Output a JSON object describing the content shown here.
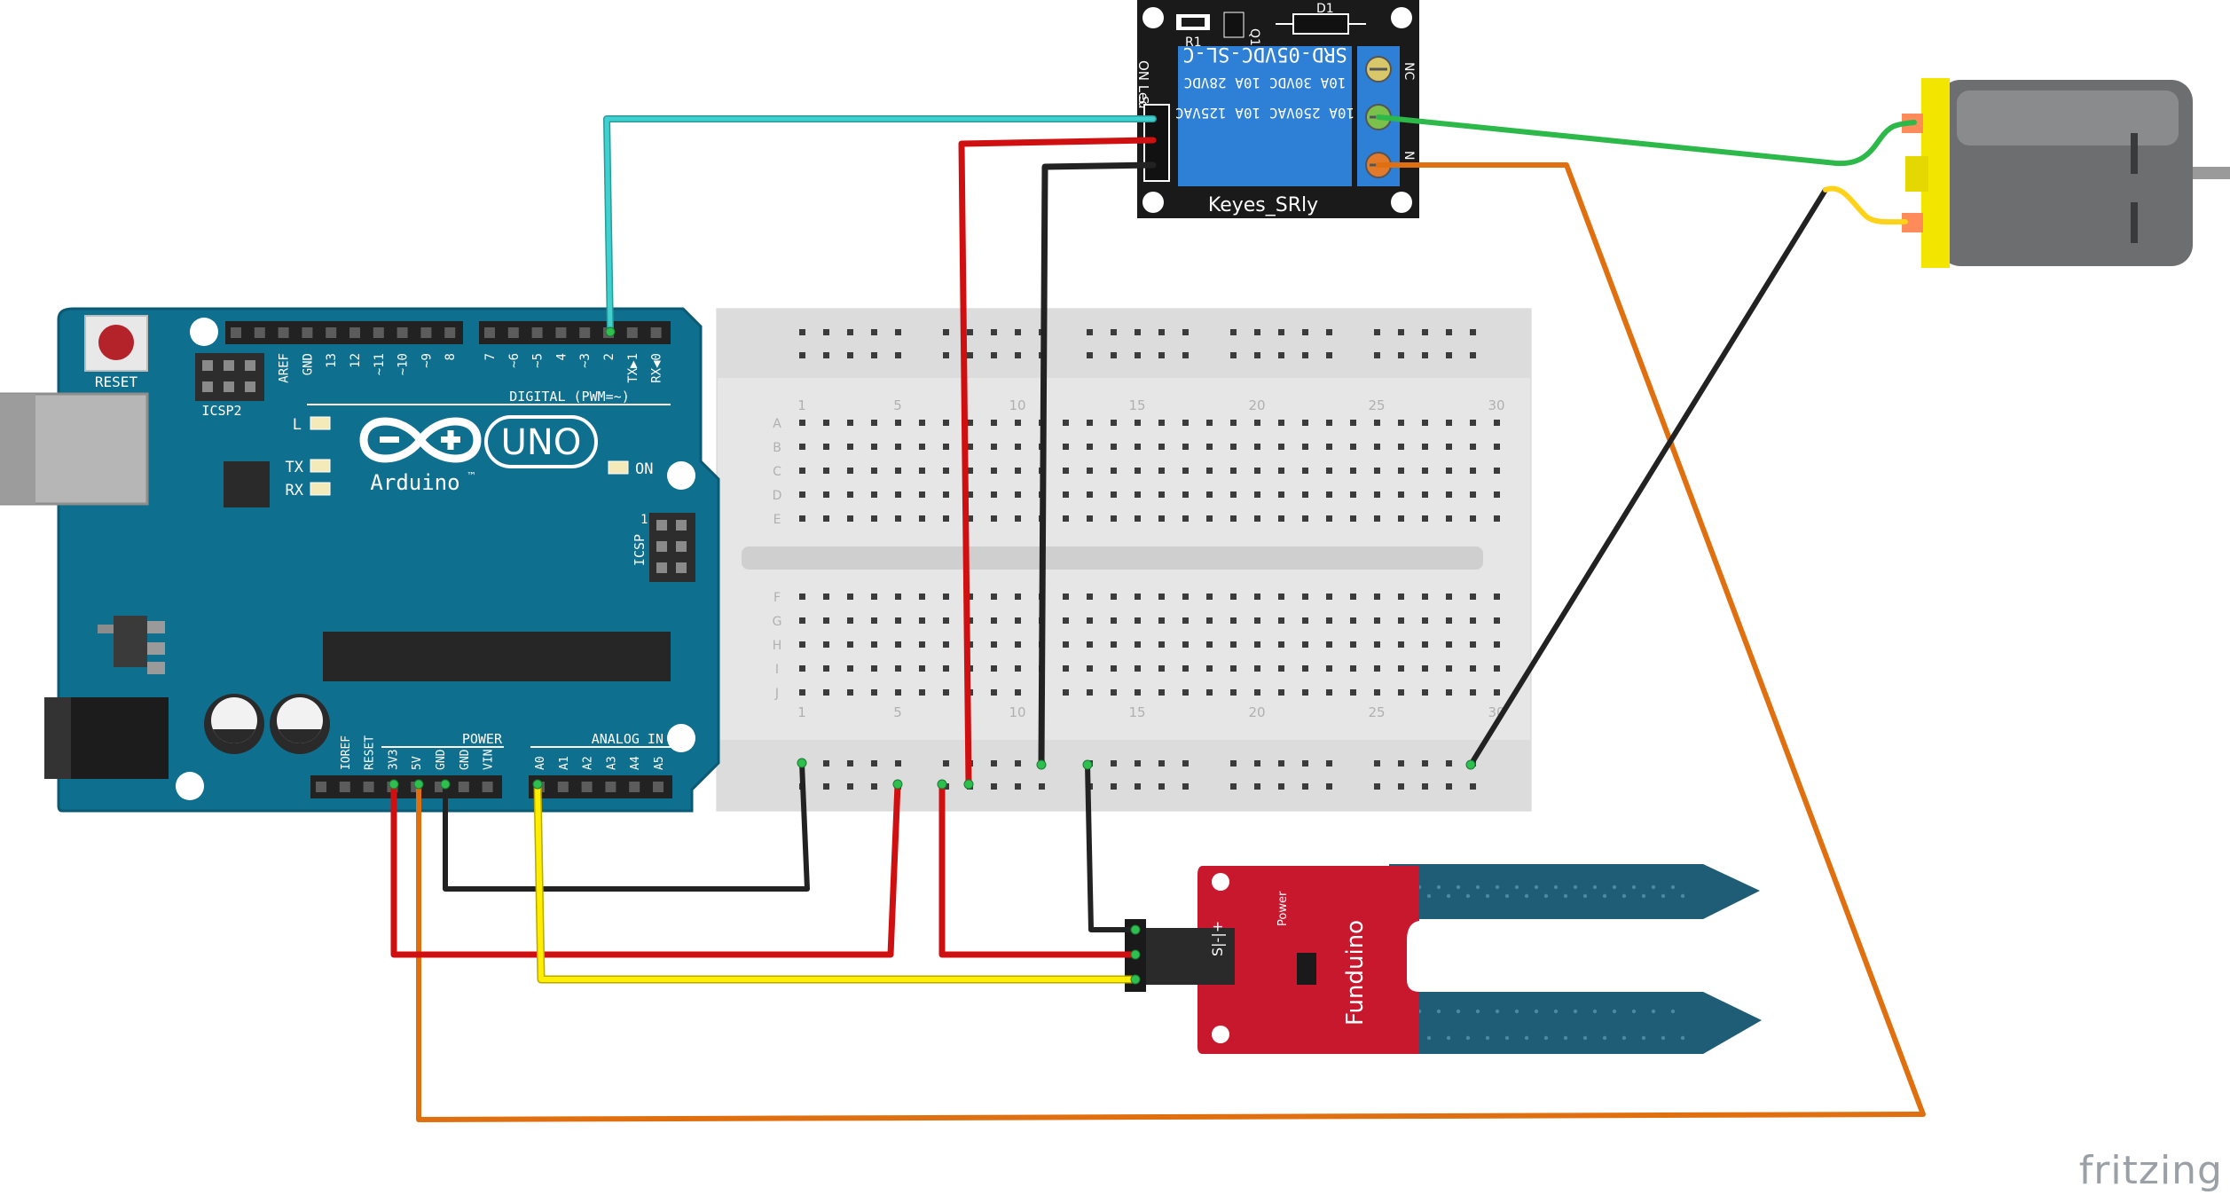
{
  "watermark": "fritzing",
  "colors": {
    "board_teal": "#0f6f8f",
    "board_teal_dark": "#0b5a74",
    "wire_cyan": "#3fd0d0",
    "wire_red": "#d01010",
    "wire_black": "#222222",
    "wire_yellow": "#ffee00",
    "wire_orange": "#e0700f",
    "wire_green": "#2db84a",
    "relay_blue": "#2e7fd6",
    "sensor_red": "#c8182e",
    "motor_yellow": "#f2e600",
    "motor_gray": "#6d6e70"
  },
  "arduino": {
    "reset_label": "RESET",
    "icsp2_label": "ICSP2",
    "icsp_label": "ICSP",
    "icsp_pin1": "1",
    "brand_uno": "UNO",
    "brand_arduino": "Arduino",
    "brand_tm": "™",
    "digital_title": "DIGITAL (PWM=~)",
    "digital_pins": [
      "AREF",
      "GND",
      "13",
      "12",
      "~11",
      "~10",
      "~9",
      "8",
      "7",
      "~6",
      "~5",
      "4",
      "~3",
      "2",
      "TX▶1",
      "RX◀0"
    ],
    "led_l": "L",
    "led_tx": "TX",
    "led_rx": "RX",
    "led_on": "ON",
    "power_title": "POWER",
    "analog_title": "ANALOG IN",
    "power_pins": [
      "IOREF",
      "RESET",
      "3V3",
      "5V",
      "GND",
      "GND",
      "VIN"
    ],
    "analog_pins": [
      "A0",
      "A1",
      "A2",
      "A3",
      "A4",
      "A5"
    ]
  },
  "breadboard": {
    "col_numbers": [
      "1",
      "5",
      "10",
      "15",
      "20",
      "25",
      "30"
    ],
    "rows_top": [
      "A",
      "B",
      "C",
      "D",
      "E"
    ],
    "rows_bottom": [
      "F",
      "G",
      "H",
      "I",
      "J"
    ]
  },
  "relay": {
    "name": "Keyes_SRly",
    "label_r1": "R1",
    "label_q1": "Q1",
    "label_d1": "D1",
    "label_on_led": "ON Led",
    "label_s": "S",
    "label_nc": "NC",
    "label_no": "N",
    "spec_lines": [
      "SRD-05VDC-SL-C",
      "10A 30VDC 10A 28VDC",
      "10A 250VAC 10A 125VAC"
    ]
  },
  "sensor": {
    "brand": "Funduino",
    "power_label": "Power",
    "pins_label": "S|-|+"
  }
}
